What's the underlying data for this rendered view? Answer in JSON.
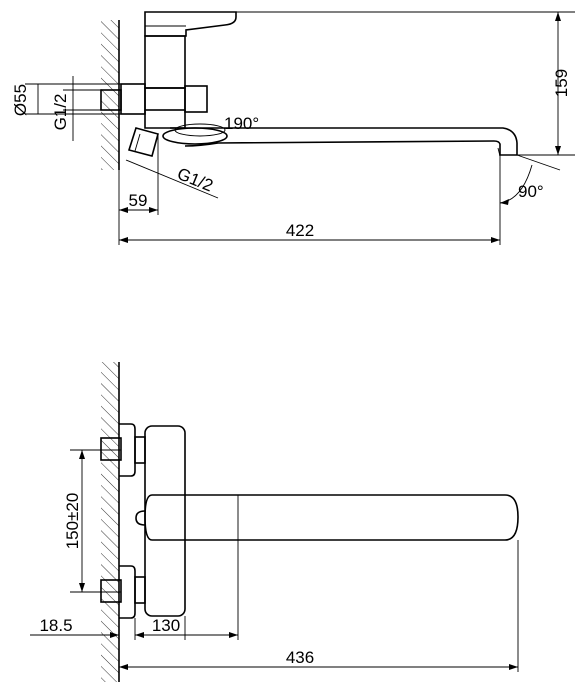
{
  "top_view": {
    "dim_overall_height": "159",
    "dim_inlet_diameter": "Ø55",
    "dim_inlet_thread": "G1/2",
    "dim_swivel": "190°",
    "dim_outlet_thread": "G1/2",
    "dim_offset": "59",
    "dim_spout_length": "422",
    "dim_spout_angle": "90°"
  },
  "front_view": {
    "dim_inlet_spacing": "150±20",
    "dim_wall_offset": "18.5",
    "dim_body_depth": "130",
    "dim_total_reach": "436"
  }
}
